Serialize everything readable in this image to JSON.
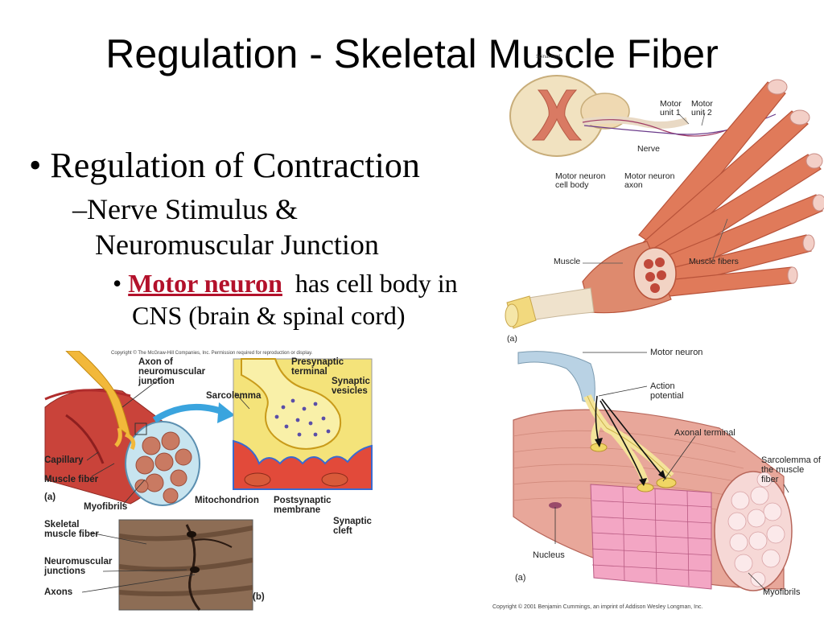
{
  "slide": {
    "title": "Regulation - Skeletal Muscle Fiber",
    "bullet1": "Regulation of Contraction",
    "bullet2_line1": "Nerve Stimulus &",
    "bullet2_line2": "Neuromuscular Junction",
    "bullet3_term": "Motor neuron",
    "bullet3_rest": "has cell body in",
    "bullet3_line2": "CNS (brain & spinal cord)",
    "dash": "–",
    "dot": "•"
  },
  "figure_top_right": {
    "spinal_cord": "Spinal cord",
    "motor_unit_1": "Motor unit 1",
    "motor_unit_2": "Motor unit 2",
    "nerve": "Nerve",
    "motor_neuron_cell_body": "Motor neuron cell body",
    "motor_neuron_axon": "Motor neuron axon",
    "muscle": "Muscle",
    "muscle_fibers": "Muscle fibers",
    "panel": "(a)"
  },
  "figure_left": {
    "copyright": "Copyright © The McGraw-Hill Companies, Inc. Permission required for reproduction or display.",
    "axon_nmj": "Axon of neuromuscular junction",
    "sarcolemma": "Sarcolemma",
    "capillary": "Capillary",
    "muscle_fiber": "Muscle fiber",
    "myofibrils": "Myofibrils",
    "panel_a": "(a)",
    "presynaptic_terminal": "Presynaptic terminal",
    "synaptic_vesicles": "Synaptic vesicles",
    "mitochondrion": "Mitochondrion",
    "postsynaptic_membrane": "Postsynaptic membrane",
    "synaptic_cleft": "Synaptic cleft",
    "skeletal_muscle_fiber": "Skeletal muscle fiber",
    "neuromuscular_junctions": "Neuromuscular junctions",
    "axons": "Axons",
    "panel_b": "(b)"
  },
  "figure_bottom_right": {
    "motor_neuron": "Motor neuron",
    "action_potential": "Action potential",
    "axonal_terminal": "Axonal terminal",
    "sarcolemma": "Sarcolemma of the muscle fiber",
    "nucleus": "Nucleus",
    "myofibrils": "Myofibrils",
    "panel": "(a)",
    "copyright": "Copyright © 2001 Benjamin Cummings, an imprint of Addison Wesley Longman, Inc."
  }
}
